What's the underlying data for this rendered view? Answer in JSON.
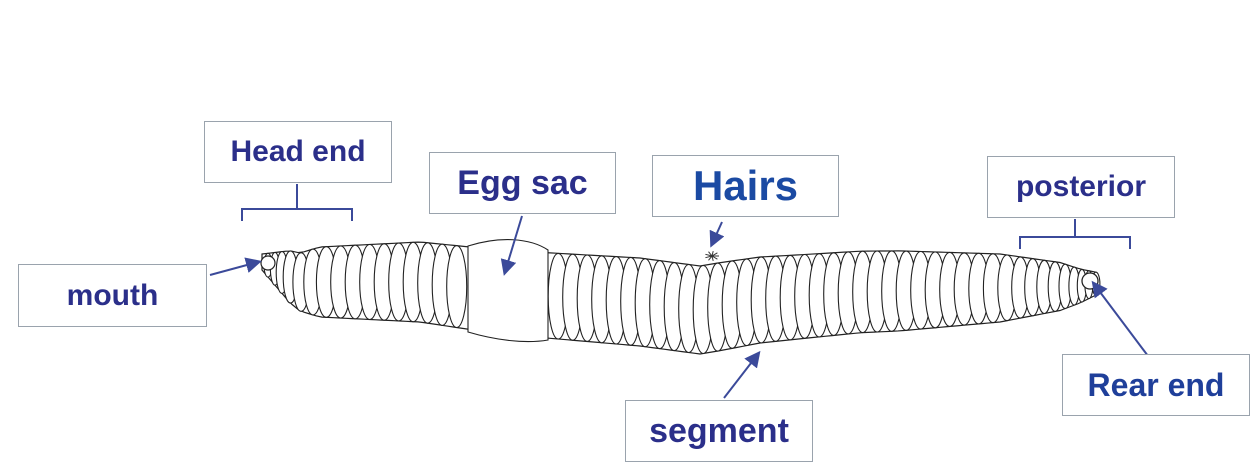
{
  "labels": {
    "head_end": "Head end",
    "egg_sac": "Egg sac",
    "hairs": "Hairs",
    "posterior": "posterior",
    "mouth": "mouth",
    "segment": "segment",
    "rear_end": "Rear end"
  },
  "colors": {
    "label_text": "#2b2f8a",
    "hairs_text": "#1b4aa3",
    "arrow": "#3b4a9a",
    "worm_outline": "#222222",
    "box_border": "#9aa3ad"
  }
}
